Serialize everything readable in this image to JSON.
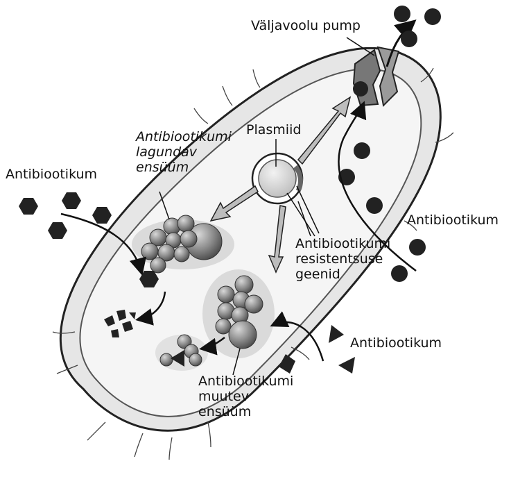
{
  "labels": {
    "efflux_pump": "Väljavoolu pump",
    "plasmid": "Plasmiid",
    "degrading_enzyme": [
      "Antibiootikumi",
      "lagundav",
      "ensüüm"
    ],
    "antibiotic_left": "Antibiootikum",
    "antibiotic_right_upper": "Antibiootikum",
    "antibiotic_right_lower": "Antibiootikum",
    "resistance_genes": [
      "Antibiootikumi",
      "resistentsuse",
      "geenid"
    ],
    "modifying_enzyme": [
      "Antibiootikumi",
      "muutev",
      "ensüüm"
    ]
  },
  "colors": {
    "ink": "#111111",
    "cell_fill": "#e9e9e9",
    "cell_inner": "#f4f4f4",
    "enzyme": "#8a8a8a",
    "pump": "#7d7d7d"
  }
}
